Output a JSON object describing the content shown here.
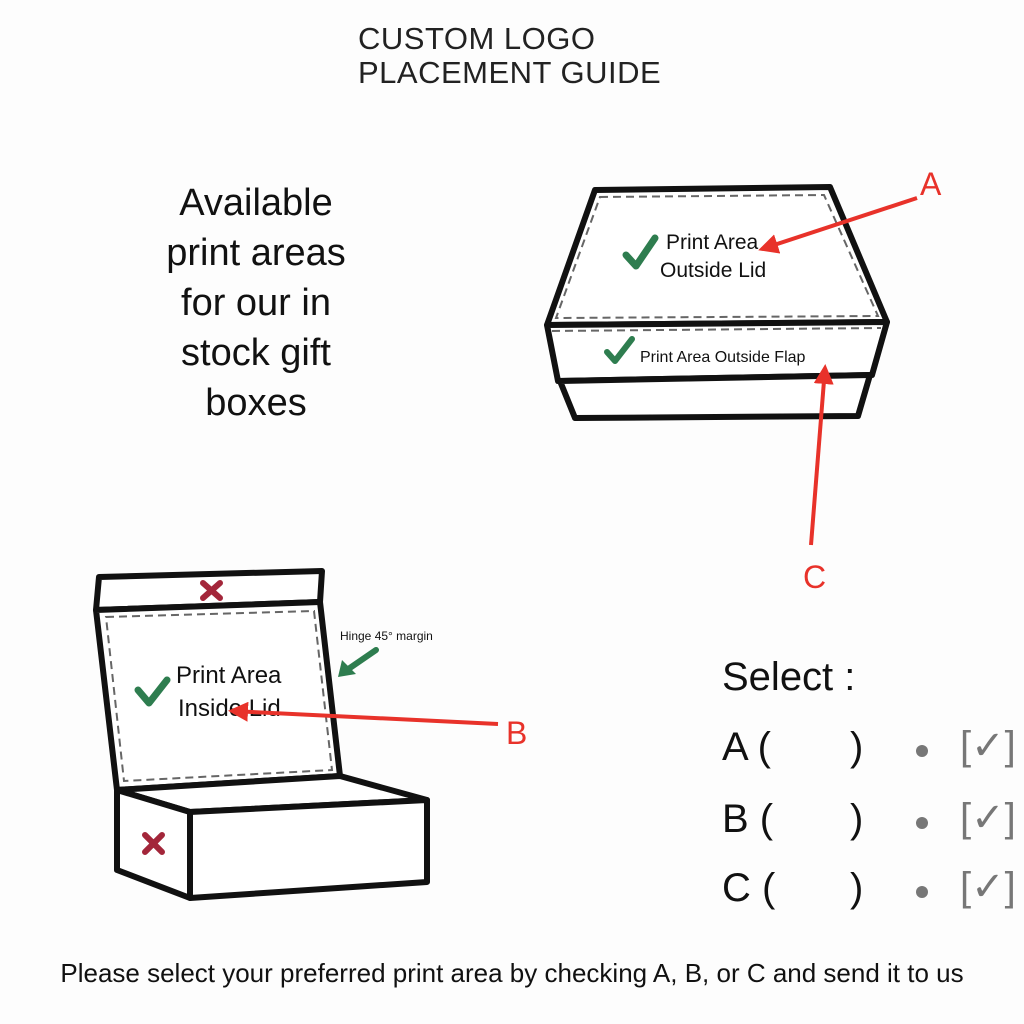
{
  "title": {
    "line1": "CUSTOM LOGO",
    "line2": "PLACEMENT GUIDE"
  },
  "intro": "Available print areas for our in stock gift boxes",
  "closed_box": {
    "lid_label_line1": "Print Area",
    "lid_label_line2": "Outside Lid",
    "flap_label": "Print Area Outside Flap",
    "marker_a": "A",
    "marker_c": "C"
  },
  "open_box": {
    "inside_label_line1": "Print Area",
    "inside_label_line2": "Inside Lid",
    "hinge_note": "Hinge 45° margin",
    "marker_b": "B"
  },
  "select": {
    "title": "Select :",
    "options": [
      {
        "letter": "A (",
        "close": ")",
        "check": "[✓]"
      },
      {
        "letter": "B (",
        "close": ")",
        "check": "[✓]"
      },
      {
        "letter": "C (",
        "close": ")",
        "check": "[✓]"
      }
    ]
  },
  "footer": "Please select your preferred print area by checking A, B, or C and send it to us",
  "colors": {
    "arrow": "#e8322a",
    "check": "#2e7d4f",
    "cross": "#a3263a",
    "outline": "#111111",
    "dashed": "#666666"
  }
}
